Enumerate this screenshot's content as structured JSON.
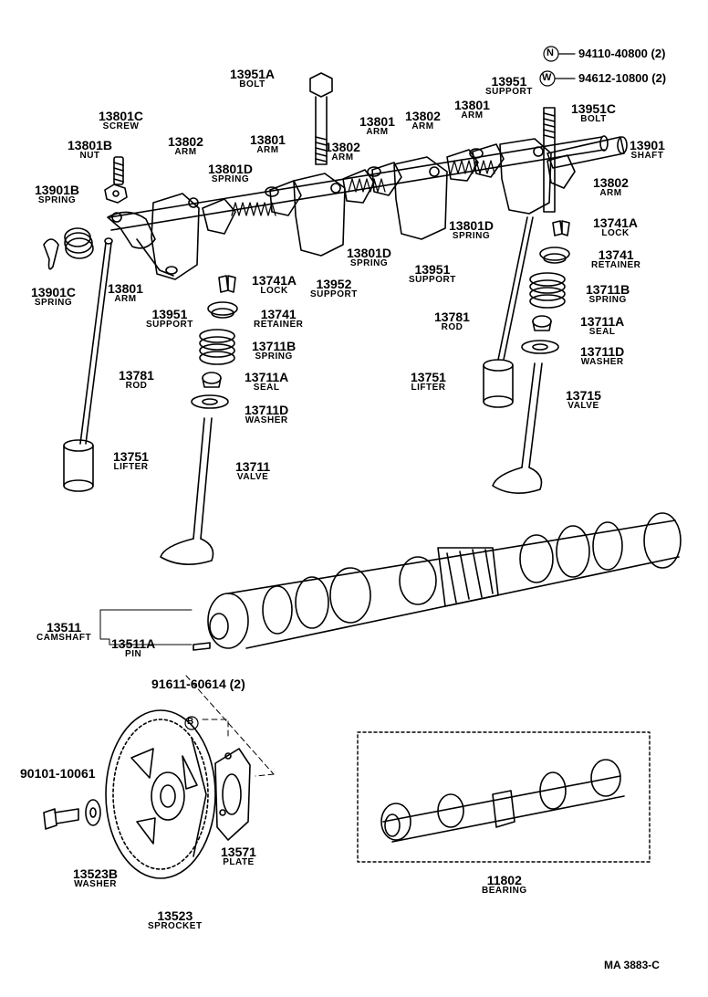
{
  "legend": [
    {
      "symbol": "N",
      "part_no": "94110-40800 (2)"
    },
    {
      "symbol": "W",
      "part_no": "94612-10800 (2)"
    }
  ],
  "callout_symbol_b": "B",
  "parts": [
    {
      "id": "13951A",
      "no": "13951A",
      "name": "BOLT"
    },
    {
      "id": "13801C",
      "no": "13801C",
      "name": "SCREW"
    },
    {
      "id": "13801B",
      "no": "13801B",
      "name": "NUT"
    },
    {
      "id": "13901B",
      "no": "13901B",
      "name": "SPRING"
    },
    {
      "id": "13901C",
      "no": "13901C",
      "name": "SPRING"
    },
    {
      "id": "13801-left",
      "no": "13801",
      "name": "ARM"
    },
    {
      "id": "13951-left",
      "no": "13951",
      "name": "SUPPORT"
    },
    {
      "id": "13802-a",
      "no": "13802",
      "name": "ARM"
    },
    {
      "id": "13801-a",
      "no": "13801",
      "name": "ARM"
    },
    {
      "id": "13801D-a",
      "no": "13801D",
      "name": "SPRING"
    },
    {
      "id": "13802-b",
      "no": "13802",
      "name": "ARM"
    },
    {
      "id": "13801-b",
      "no": "13801",
      "name": "ARM"
    },
    {
      "id": "13802-c",
      "no": "13802",
      "name": "ARM"
    },
    {
      "id": "13801-c",
      "no": "13801",
      "name": "ARM"
    },
    {
      "id": "13951-top",
      "no": "13951",
      "name": "SUPPORT"
    },
    {
      "id": "13951C",
      "no": "13951C",
      "name": "BOLT"
    },
    {
      "id": "13901",
      "no": "13901",
      "name": "SHAFT"
    },
    {
      "id": "13802-right",
      "no": "13802",
      "name": "ARM"
    },
    {
      "id": "13801D-b",
      "no": "13801D",
      "name": "SPRING"
    },
    {
      "id": "13801D-c",
      "no": "13801D",
      "name": "SPRING"
    },
    {
      "id": "13951-mid",
      "no": "13951",
      "name": "SUPPORT"
    },
    {
      "id": "13952",
      "no": "13952",
      "name": "SUPPORT"
    },
    {
      "id": "13741A-left",
      "no": "13741A",
      "name": "LOCK"
    },
    {
      "id": "13741-left",
      "no": "13741",
      "name": "RETAINER"
    },
    {
      "id": "13711B-left",
      "no": "13711B",
      "name": "SPRING"
    },
    {
      "id": "13711A-left",
      "no": "13711A",
      "name": "SEAL"
    },
    {
      "id": "13711D-left",
      "no": "13711D",
      "name": "WASHER"
    },
    {
      "id": "13711",
      "no": "13711",
      "name": "VALVE"
    },
    {
      "id": "13781-left",
      "no": "13781",
      "name": "ROD"
    },
    {
      "id": "13751-left",
      "no": "13751",
      "name": "LIFTER"
    },
    {
      "id": "13741A-right",
      "no": "13741A",
      "name": "LOCK"
    },
    {
      "id": "13741-right",
      "no": "13741",
      "name": "RETAINER"
    },
    {
      "id": "13711B-right",
      "no": "13711B",
      "name": "SPRING"
    },
    {
      "id": "13711A-right",
      "no": "13711A",
      "name": "SEAL"
    },
    {
      "id": "13711D-right",
      "no": "13711D",
      "name": "WASHER"
    },
    {
      "id": "13715",
      "no": "13715",
      "name": "VALVE"
    },
    {
      "id": "13781-right",
      "no": "13781",
      "name": "ROD"
    },
    {
      "id": "13751-right",
      "no": "13751",
      "name": "LIFTER"
    },
    {
      "id": "13511",
      "no": "13511",
      "name": "CAMSHAFT"
    },
    {
      "id": "13511A",
      "no": "13511A",
      "name": "PIN"
    },
    {
      "id": "91611",
      "no": "91611-60614 (2)",
      "name": ""
    },
    {
      "id": "90101",
      "no": "90101-10061",
      "name": ""
    },
    {
      "id": "13523B",
      "no": "13523B",
      "name": "WASHER"
    },
    {
      "id": "13523",
      "no": "13523",
      "name": "SPROCKET"
    },
    {
      "id": "13571",
      "no": "13571",
      "name": "PLATE"
    },
    {
      "id": "11802",
      "no": "11802",
      "name": "BEARING"
    }
  ],
  "footer_code": "MA 3883-C"
}
